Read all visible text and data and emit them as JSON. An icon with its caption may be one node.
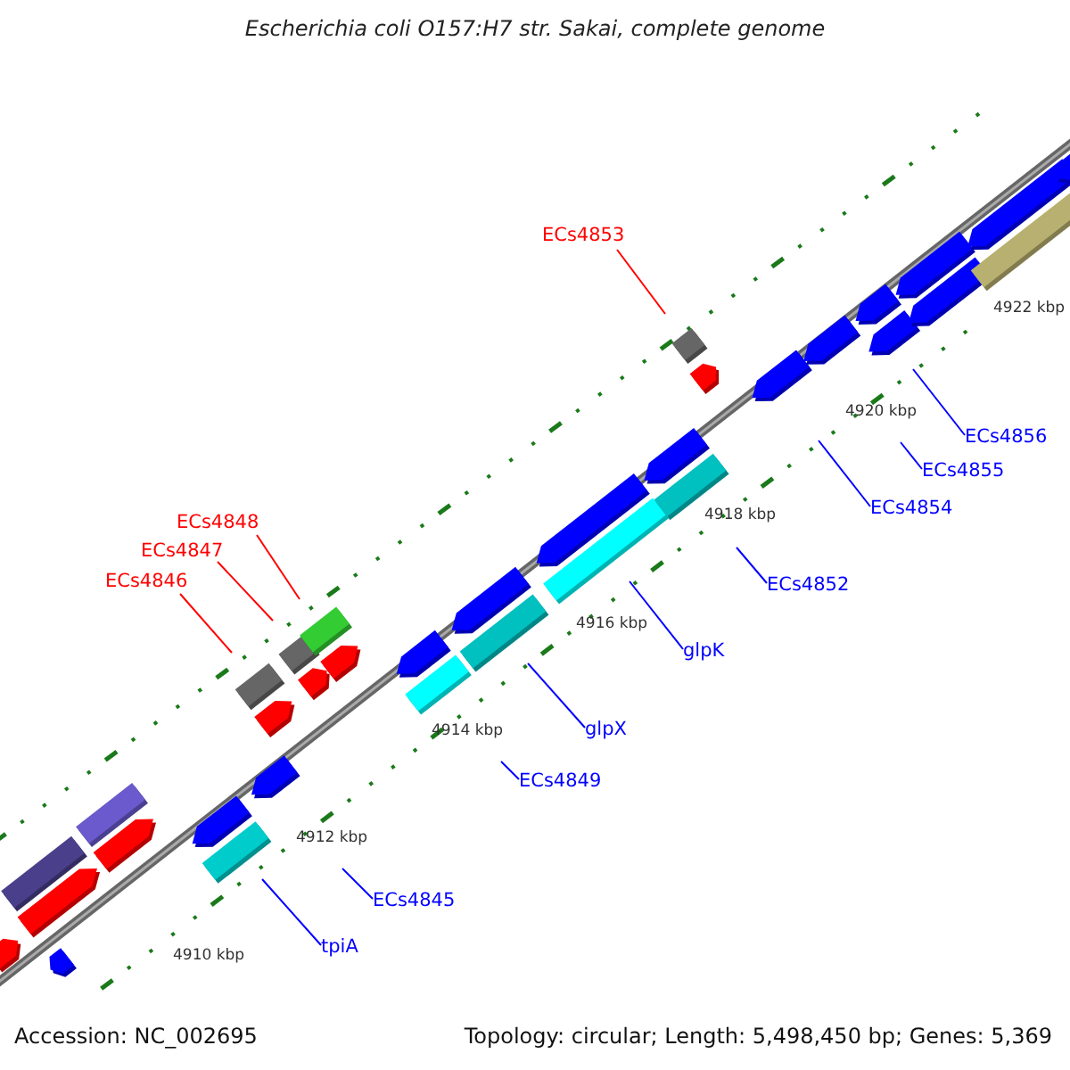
{
  "diagram": {
    "title": "Escherichia coli O157:H7 str. Sakai, complete genome",
    "nodes": [
      {
        "text": [
          "ECs4853"
        ]
      },
      {
        "text": [
          "ECs4848"
        ]
      },
      {
        "text": [
          "ECs4847"
        ]
      },
      {
        "text": [
          "ECs4846"
        ]
      },
      {
        "text": [
          "ECs4856"
        ]
      },
      {
        "text": [
          "ECs4855"
        ]
      },
      {
        "text": [
          "ECs4854"
        ]
      },
      {
        "text": [
          "ECs4852"
        ]
      },
      {
        "text": [
          "glpK"
        ]
      },
      {
        "text": [
          "glpX"
        ]
      },
      {
        "text": [
          "ECs4849"
        ]
      },
      {
        "text": [
          "ECs4845"
        ]
      },
      {
        "text": [
          "tpiA"
        ]
      }
    ],
    "edges": [
      {
        "from": 0,
        "to": null,
        "arrow": "none",
        "color": "#ff0000"
      },
      {
        "from": 1,
        "to": null,
        "arrow": "none",
        "color": "#ff0000"
      },
      {
        "from": 2,
        "to": null,
        "arrow": "none",
        "color": "#ff0000"
      },
      {
        "from": 3,
        "to": null,
        "arrow": "none",
        "color": "#ff0000"
      },
      {
        "from": 4,
        "to": null,
        "arrow": "none"
      },
      {
        "from": 5,
        "to": null,
        "arrow": "none"
      },
      {
        "from": 6,
        "to": null,
        "arrow": "none"
      },
      {
        "from": 7,
        "to": null,
        "arrow": "none"
      },
      {
        "from": 8,
        "to": null,
        "arrow": "none"
      },
      {
        "from": 9,
        "to": null,
        "arrow": "none"
      },
      {
        "from": 10,
        "to": null,
        "arrow": "none"
      },
      {
        "from": 11,
        "to": null,
        "arrow": "none"
      },
      {
        "from": 12,
        "to": null,
        "arrow": "none"
      }
    ],
    "labels": [
      "4922 kbp",
      "4920 kbp",
      "4918 kbp",
      "4916 kbp",
      "4914 kbp",
      "4912 kbp",
      "4910 kbp",
      "Accession: NC_002695",
      "Topology: circular; Length: 5,498,450 bp; Genes: 5,369"
    ]
  }
}
